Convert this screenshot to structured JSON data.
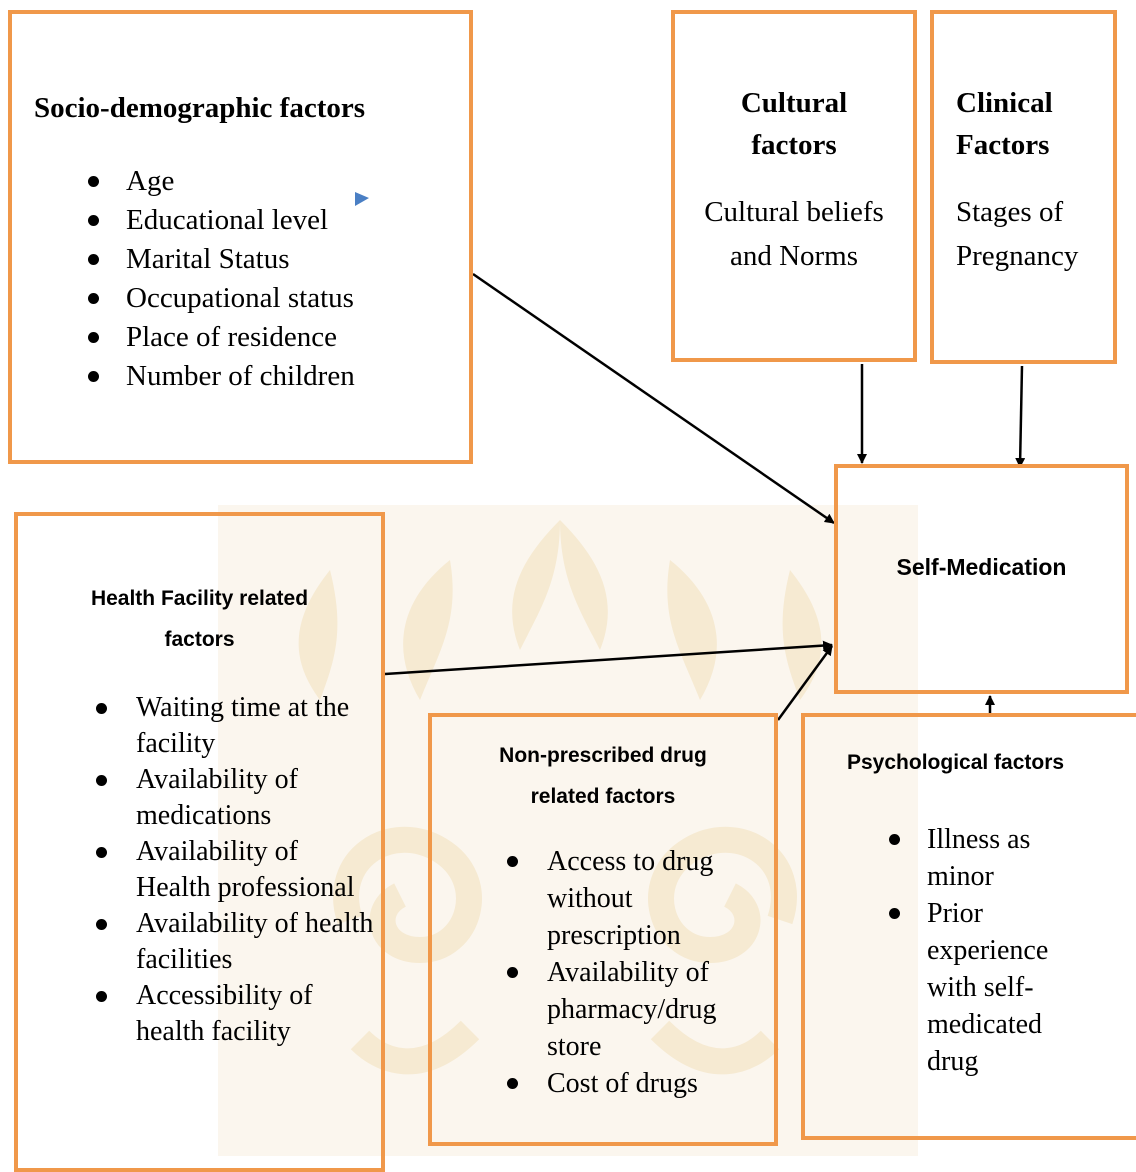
{
  "colors": {
    "box_border": "#f0984a",
    "arrow": "#000000",
    "watermark": "#f6ead2",
    "marker": "#4a7fc4"
  },
  "socio": {
    "title": "Socio-demographic factors",
    "items": [
      "Age",
      "Educational level",
      "Marital Status",
      "Occupational status",
      "Place of residence",
      "Number of children"
    ]
  },
  "cultural": {
    "title_line1": "Cultural",
    "title_line2": "factors",
    "body_line1": "Cultural beliefs",
    "body_line2": "and Norms"
  },
  "clinical": {
    "title_line1": "Clinical",
    "title_line2": "Factors",
    "body_line1": "Stages of",
    "body_line2": "Pregnancy"
  },
  "self_medication": {
    "title": "Self-Medication"
  },
  "health_facility": {
    "title_line1": "Health Facility related",
    "title_line2": "factors",
    "items": [
      "Waiting time at the facility",
      "Availability of medications",
      "Availability of Health professional",
      "Availability of health facilities",
      "Accessibility of health facility"
    ]
  },
  "non_prescribed": {
    "title_line1": "Non-prescribed drug",
    "title_line2": "related factors",
    "items": [
      "Access to drug without prescription",
      "Availability of pharmacy/drug store",
      "Cost of drugs"
    ]
  },
  "psychological": {
    "title": "Psychological factors",
    "items": [
      "Illness as minor",
      "Prior experience with self-medicated drug"
    ]
  }
}
